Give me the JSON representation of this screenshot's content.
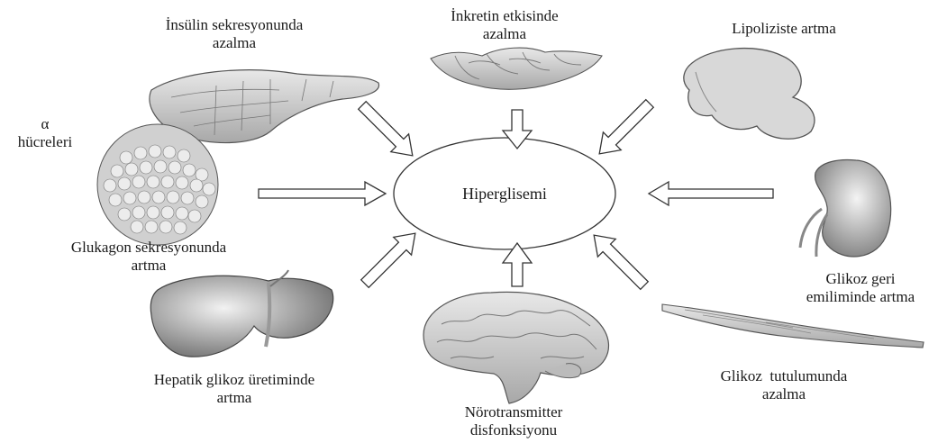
{
  "center": {
    "label": "Hiperglisemi"
  },
  "labels": {
    "insulin": {
      "line1": "İnsülin sekresyonunda",
      "line2": "azalma"
    },
    "inkretin": {
      "line1": "İnkretin etkisinde",
      "line2": "azalma"
    },
    "lipoliz": {
      "line1": "Lipoliziste artma"
    },
    "alfa": {
      "line1": "α",
      "line2": "hücreleri"
    },
    "glukagon": {
      "line1": "Glukagon sekresyonunda",
      "line2": "artma"
    },
    "glikoz_geri": {
      "line1": "Glikoz geri",
      "line2": "emiliminde artma"
    },
    "hepatik": {
      "line1": "Hepatik glikoz üretiminde",
      "line2": "artma"
    },
    "norotrans": {
      "line1": "Nörotransmitter",
      "line2": "disfonksiyonu"
    },
    "tutulum": {
      "line1": "Glikoz  tutulumunda",
      "line2": "azalma"
    }
  },
  "organs": [
    "pancreas",
    "intestine",
    "adipose-tissue",
    "alpha-cells",
    "kidney",
    "liver",
    "brain",
    "muscle"
  ],
  "colors": {
    "line": "#333333",
    "organ_fill": "#cfcfcf",
    "arrow_fill": "#ffffff"
  }
}
